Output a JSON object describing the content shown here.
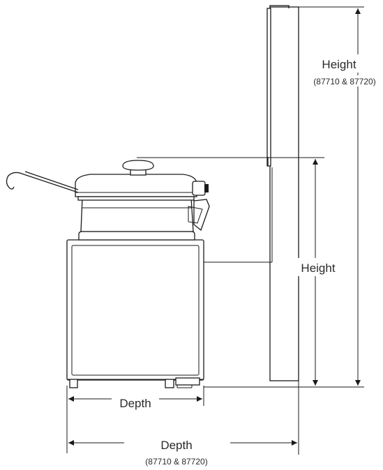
{
  "labels": {
    "height_tall": "Height",
    "height_tall_models": "(87710 & 87720)",
    "height_short": "Height",
    "depth_short": "Depth",
    "depth_long": "Depth",
    "depth_long_models": "(87710 & 87720)"
  },
  "colors": {
    "line": "#1a1a1a",
    "text": "#2a2a2a",
    "background": "#ffffff"
  }
}
